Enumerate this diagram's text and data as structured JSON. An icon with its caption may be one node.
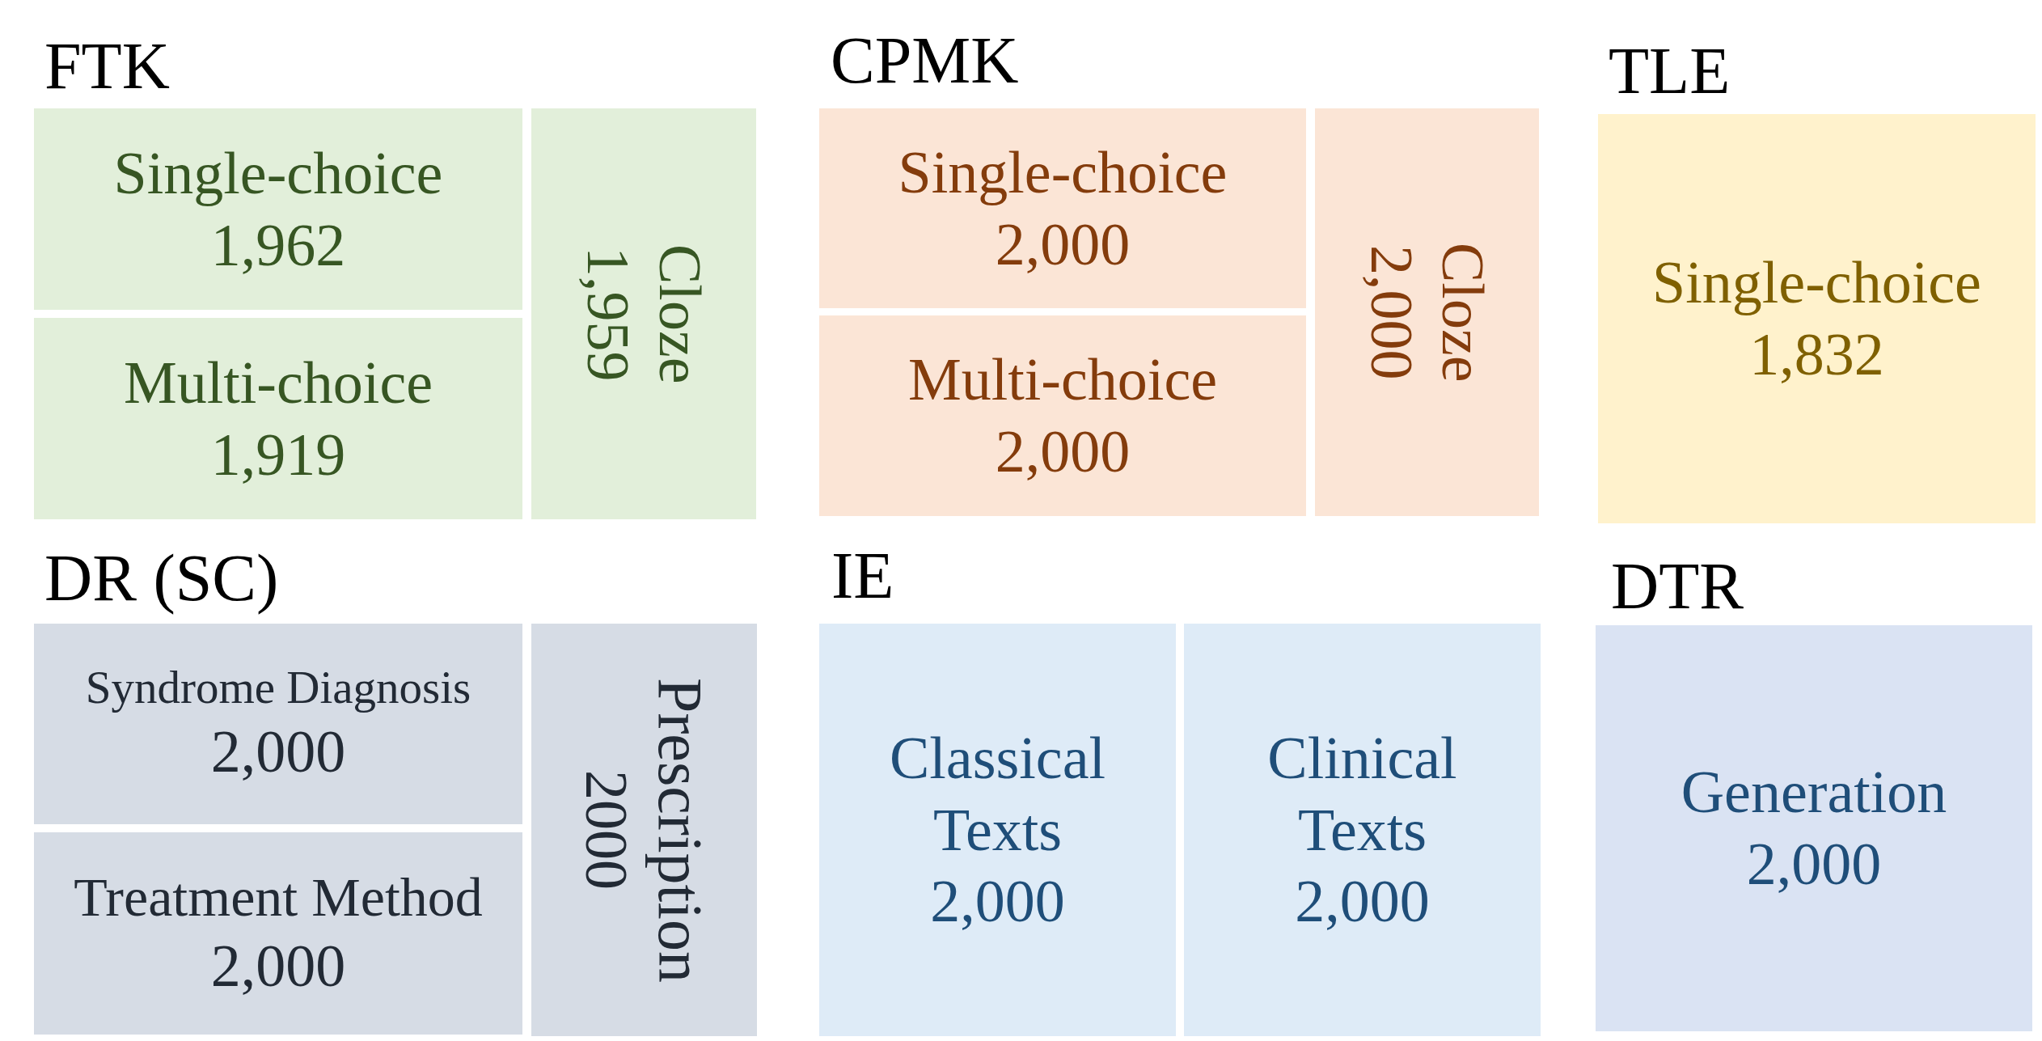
{
  "diagram": {
    "nodes": [
      {
        "text": [
          "FTK"
        ]
      },
      {
        "text": [
          "Single-choice",
          "1,962"
        ],
        "in": 0
      },
      {
        "text": [
          "Multi-choice",
          "1,919"
        ],
        "in": 0
      },
      {
        "text": [
          "Cloze",
          "1,959"
        ],
        "in": 0
      },
      {
        "text": [
          "CPMK"
        ]
      },
      {
        "text": [
          "Single-choice",
          "2,000"
        ],
        "in": 4
      },
      {
        "text": [
          "Multi-choice",
          "2,000"
        ],
        "in": 4
      },
      {
        "text": [
          "Cloze",
          "2,000"
        ],
        "in": 4
      },
      {
        "text": [
          "TLE"
        ]
      },
      {
        "text": [
          "Single-choice",
          "1,832"
        ],
        "in": 8
      },
      {
        "text": [
          "DR (SC)"
        ]
      },
      {
        "text": [
          "Syndrome Diagnosis",
          "2,000"
        ],
        "in": 10
      },
      {
        "text": [
          "Treatment Method",
          "2,000"
        ],
        "in": 10
      },
      {
        "text": [
          "Prescription",
          "2000"
        ],
        "in": 10
      },
      {
        "text": [
          "IE"
        ]
      },
      {
        "text": [
          "Classical Texts",
          "2,000"
        ],
        "in": 14
      },
      {
        "text": [
          "Clinical Texts",
          "2,000"
        ],
        "in": 14
      },
      {
        "text": [
          "DTR"
        ]
      },
      {
        "text": [
          "Generation",
          "2,000"
        ],
        "in": 17
      }
    ]
  }
}
